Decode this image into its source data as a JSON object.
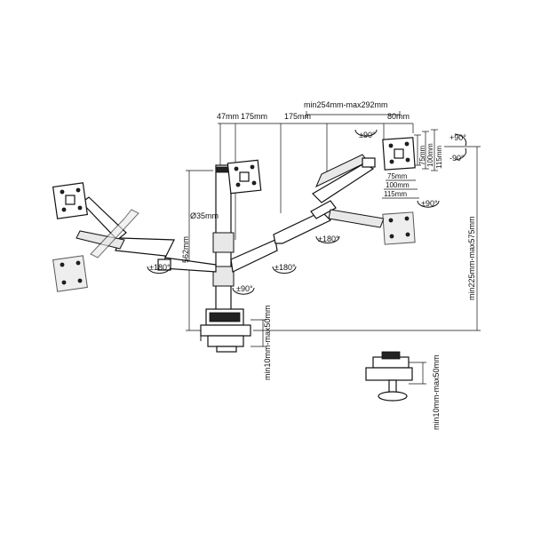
{
  "labels": {
    "top_range": "min254mm-max292mm",
    "d47": "47mm",
    "d175a": "175mm",
    "d175b": "175mm",
    "d80": "80mm",
    "pole_height": "562mm",
    "pole_diameter": "Ø35mm",
    "height_range": "min225mm-max575mm",
    "clamp_range_main": "min10mm-max50mm",
    "clamp_range_grommet": "min10mm-max50mm",
    "vesa_75_v": "75mm",
    "vesa_100_v": "100mm",
    "vesa_115_v": "115mm",
    "vesa_75_h": "75mm",
    "vesa_100_h": "100mm",
    "vesa_115_h": "115mm",
    "tilt_up": "+90°",
    "tilt_down": "-90°",
    "rot_top": "±90°",
    "rot_right": "±90°",
    "rot_base": "±90°",
    "swivel_180_left": "±180°",
    "swivel_180_mid": "±180°",
    "swivel_180_right": "±180°"
  }
}
